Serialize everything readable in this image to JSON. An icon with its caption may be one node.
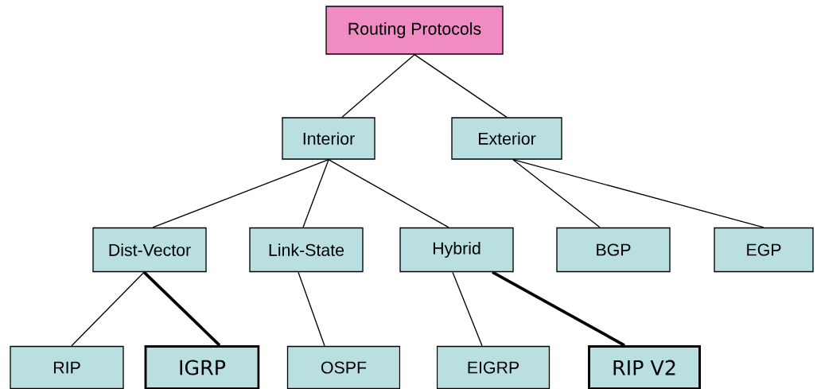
{
  "diagram": {
    "nodes": [
      {
        "text": [
          "Routing Protocols"
        ]
      },
      {
        "text": [
          "Interior"
        ]
      },
      {
        "text": [
          "Exterior"
        ]
      },
      {
        "text": [
          "Dist-Vector"
        ]
      },
      {
        "text": [
          "Link-State"
        ]
      },
      {
        "text": [
          "Hybrid"
        ]
      },
      {
        "text": [
          "BGP"
        ]
      },
      {
        "text": [
          "EGP"
        ]
      },
      {
        "text": [
          "RIP"
        ]
      },
      {
        "text": [
          "IGRP"
        ]
      },
      {
        "text": [
          "OSPF"
        ]
      },
      {
        "text": [
          "EIGRP"
        ]
      },
      {
        "text": [
          "RIP V2"
        ]
      }
    ],
    "edges": [
      {
        "from": 0,
        "to": 1,
        "arrow": "none"
      },
      {
        "from": 0,
        "to": 2,
        "arrow": "none"
      },
      {
        "from": 1,
        "to": 3,
        "arrow": "none"
      },
      {
        "from": 1,
        "to": 4,
        "arrow": "none"
      },
      {
        "from": 1,
        "to": 5,
        "arrow": "none"
      },
      {
        "from": 2,
        "to": 6,
        "arrow": "none"
      },
      {
        "from": 2,
        "to": 7,
        "arrow": "none"
      },
      {
        "from": 3,
        "to": 8,
        "arrow": "none"
      },
      {
        "from": 3,
        "to": 9,
        "arrow": "none",
        "style": "thick"
      },
      {
        "from": 4,
        "to": 10,
        "arrow": "none"
      },
      {
        "from": 5,
        "to": 11,
        "arrow": "none"
      },
      {
        "from": 5,
        "to": 12,
        "arrow": "none",
        "style": "thick"
      }
    ]
  }
}
